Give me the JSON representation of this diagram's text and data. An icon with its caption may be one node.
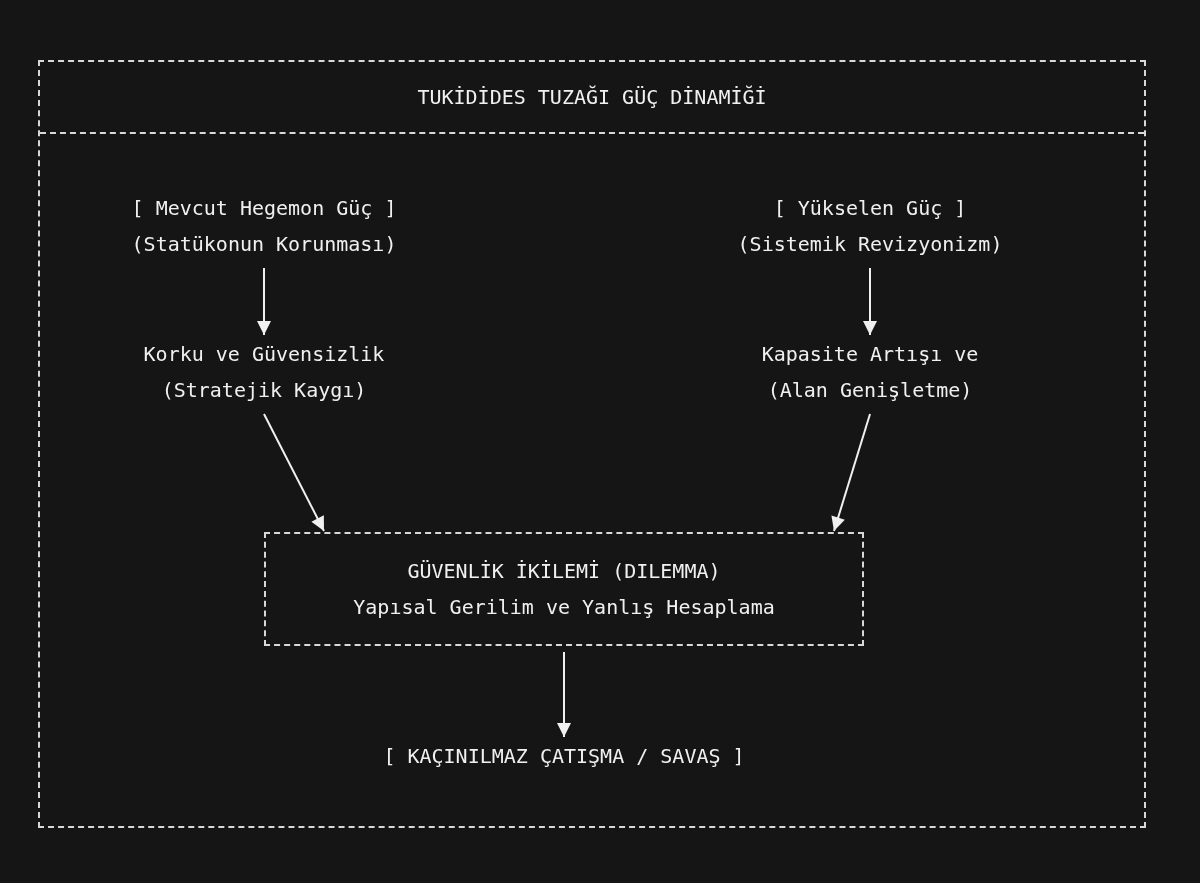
{
  "diagram": {
    "nodes": [
      {
        "text": [
          "TUKİDİDES TUZAĞI GÜÇ DİNAMİĞİ"
        ]
      },
      {
        "text": [
          "[ Mevcut Hegemon Güç ]",
          "(Statükonun Korunması)"
        ],
        "in": 0
      },
      {
        "text": [
          "Korku ve Güvensizlik",
          "(Stratejik Kaygı)"
        ],
        "in": 0
      },
      {
        "text": [
          "[ Yükselen Güç ]",
          "(Sistemik Revizyonizm)"
        ],
        "in": 0
      },
      {
        "text": [
          "Kapasite Artışı ve",
          "(Alan Genişletme)"
        ],
        "in": 0
      },
      {
        "text": [
          "GÜVENLİK İKİLEMİ (DILEMMA)",
          "Yapısal Gerilim ve Yanlış Hesaplama"
        ],
        "in": 0
      },
      {
        "text": [
          "[ KAÇINILMAZ ÇATIŞMA / SAVAŞ ]"
        ],
        "in": 0
      }
    ],
    "edges": [
      {
        "from": 1,
        "to": 2,
        "arrow": "to"
      },
      {
        "from": 3,
        "to": 4,
        "arrow": "to"
      },
      {
        "from": 2,
        "to": 5,
        "arrow": "to"
      },
      {
        "from": 4,
        "to": 5,
        "arrow": "to"
      },
      {
        "from": 5,
        "to": 6,
        "arrow": "to"
      }
    ]
  }
}
